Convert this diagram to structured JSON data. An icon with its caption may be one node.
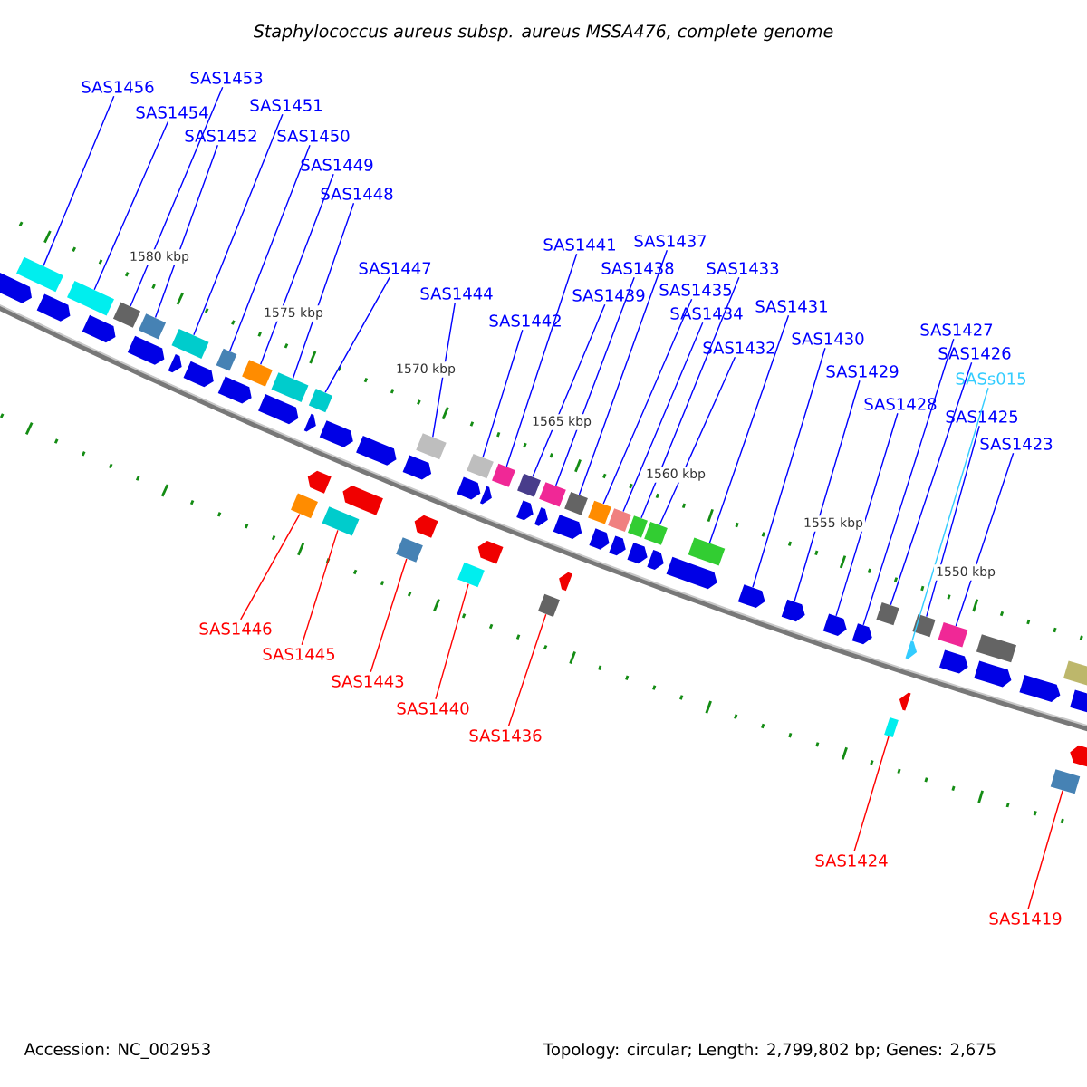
{
  "diagram": {
    "title": "Staphylococcus aureus subsp. aureus MSSA476, complete genome",
    "nodes": [
      {
        "text": [
          "SAS1456"
        ]
      },
      {
        "text": [
          "SAS1453"
        ]
      },
      {
        "text": [
          "SAS1454"
        ]
      },
      {
        "text": [
          "SAS1452"
        ]
      },
      {
        "text": [
          "SAS1451"
        ]
      },
      {
        "text": [
          "SAS1450"
        ]
      },
      {
        "text": [
          "SAS1449"
        ]
      },
      {
        "text": [
          "SAS1448"
        ]
      },
      {
        "text": [
          "SAS1447"
        ]
      },
      {
        "text": [
          "SAS1444"
        ]
      },
      {
        "text": [
          "SAS1442"
        ]
      },
      {
        "text": [
          "SAS1441"
        ]
      },
      {
        "text": [
          "SAS1437"
        ]
      },
      {
        "text": [
          "SAS1438"
        ]
      },
      {
        "text": [
          "SAS1439"
        ]
      },
      {
        "text": [
          "SAS1435"
        ]
      },
      {
        "text": [
          "SAS1433"
        ]
      },
      {
        "text": [
          "SAS1434"
        ]
      },
      {
        "text": [
          "SAS1432"
        ]
      },
      {
        "text": [
          "SAS1431"
        ]
      },
      {
        "text": [
          "SAS1430"
        ]
      },
      {
        "text": [
          "SAS1429"
        ]
      },
      {
        "text": [
          "SAS1428"
        ]
      },
      {
        "text": [
          "SAS1427"
        ]
      },
      {
        "text": [
          "SAS1426"
        ]
      },
      {
        "text": [
          "SASs015"
        ]
      },
      {
        "text": [
          "SAS1425"
        ]
      },
      {
        "text": [
          "SAS1423"
        ]
      },
      {
        "text": [
          "SAS1446"
        ]
      },
      {
        "text": [
          "SAS1445"
        ]
      },
      {
        "text": [
          "SAS1443"
        ]
      },
      {
        "text": [
          "SAS1440"
        ]
      },
      {
        "text": [
          "SAS1436"
        ]
      },
      {
        "text": [
          "SAS1424"
        ]
      },
      {
        "text": [
          "SAS1419"
        ]
      },
      {
        "text": [],
        "shape": "box"
      },
      {
        "text": [],
        "shape": "box"
      },
      {
        "text": [],
        "shape": "box"
      },
      {
        "text": [],
        "shape": "box"
      },
      {
        "text": [],
        "shape": "box"
      },
      {
        "text": [],
        "shape": "box"
      },
      {
        "text": [],
        "shape": "box"
      },
      {
        "text": [],
        "shape": "box"
      },
      {
        "text": [],
        "shape": "box"
      },
      {
        "text": [],
        "shape": "box"
      },
      {
        "text": [],
        "shape": "box"
      },
      {
        "text": [],
        "shape": "box"
      },
      {
        "text": [],
        "shape": "box"
      },
      {
        "text": [],
        "shape": "box"
      },
      {
        "text": [],
        "shape": "box"
      },
      {
        "text": [],
        "shape": "box"
      },
      {
        "text": [],
        "shape": "box"
      },
      {
        "text": [],
        "shape": "box"
      },
      {
        "text": [],
        "shape": "box"
      },
      {
        "text": [],
        "shape": "box"
      },
      {
        "text": [],
        "shape": "box"
      },
      {
        "text": [],
        "shape": "box"
      },
      {
        "text": [],
        "shape": "box"
      },
      {
        "text": [],
        "shape": "box"
      },
      {
        "text": [],
        "shape": "box"
      },
      {
        "text": [],
        "shape": "arrow"
      },
      {
        "text": [],
        "shape": "arrow"
      },
      {
        "text": [],
        "shape": "arrow"
      },
      {
        "text": [],
        "shape": "arrow"
      },
      {
        "text": [],
        "shape": "box"
      },
      {
        "text": [],
        "shape": "box"
      },
      {
        "text": [],
        "shape": "arrow"
      },
      {
        "text": [],
        "shape": "box"
      },
      {
        "text": [],
        "shape": "box"
      },
      {
        "text": [],
        "shape": "box"
      },
      {
        "text": [],
        "shape": "arrow"
      },
      {
        "text": [],
        "shape": "arrow"
      },
      {
        "text": [],
        "shape": "arrow"
      },
      {
        "text": [],
        "shape": "arrow"
      },
      {
        "text": [],
        "shape": "arrow"
      },
      {
        "text": [],
        "shape": "arrow"
      },
      {
        "text": [],
        "shape": "arrow"
      },
      {
        "text": [],
        "shape": "arrow"
      },
      {
        "text": [],
        "shape": "arrow"
      },
      {
        "text": [],
        "shape": "arrow"
      },
      {
        "text": [],
        "shape": "arrow"
      },
      {
        "text": [],
        "shape": "arrow"
      },
      {
        "text": [],
        "shape": "arrow"
      },
      {
        "text": [],
        "shape": "arrow"
      },
      {
        "text": [],
        "shape": "arrow"
      },
      {
        "text": [],
        "shape": "arrow"
      },
      {
        "text": [],
        "shape": "arrow"
      },
      {
        "text": [],
        "shape": "arrow"
      },
      {
        "text": [],
        "shape": "arrow"
      },
      {
        "text": [],
        "shape": "arrow"
      },
      {
        "text": [],
        "shape": "arrow"
      },
      {
        "text": [],
        "shape": "arrow"
      },
      {
        "text": [],
        "shape": "arrow"
      },
      {
        "text": [],
        "shape": "arrow"
      },
      {
        "text": [],
        "shape": "arrow"
      },
      {
        "text": [],
        "shape": "arrow"
      },
      {
        "text": [],
        "shape": "box"
      },
      {
        "text": [],
        "shape": "box"
      },
      {
        "text": [],
        "shape": "arrow"
      },
      {
        "text": [],
        "shape": "arrow"
      },
      {
        "text": [],
        "shape": "arrow"
      },
      {
        "text": [],
        "shape": "arrow"
      },
      {
        "text": [],
        "shape": "arrow"
      },
      {
        "text": [],
        "shape": "arrow"
      },
      {
        "text": [],
        "shape": "arrow"
      }
    ],
    "edges": [
      {
        "from": 0,
        "to": 35,
        "arrow": "none"
      },
      {
        "from": 1,
        "to": 37,
        "arrow": "none"
      },
      {
        "from": 2,
        "to": 36,
        "arrow": "none"
      },
      {
        "from": 3,
        "to": 38,
        "arrow": "none"
      },
      {
        "from": 4,
        "to": 39,
        "arrow": "none"
      },
      {
        "from": 5,
        "to": 40,
        "arrow": "none"
      },
      {
        "from": 6,
        "to": 41,
        "arrow": "none"
      },
      {
        "from": 7,
        "to": 42,
        "arrow": "none"
      },
      {
        "from": 8,
        "to": 44,
        "arrow": "none"
      },
      {
        "from": 9,
        "to": 47,
        "arrow": "none"
      },
      {
        "from": 10,
        "to": 49,
        "arrow": "none"
      },
      {
        "from": 11,
        "to": 50,
        "arrow": "none"
      },
      {
        "from": 12,
        "to": 54,
        "arrow": "none"
      },
      {
        "from": 13,
        "to": 53,
        "arrow": "none"
      },
      {
        "from": 14,
        "to": 51,
        "arrow": "none"
      },
      {
        "from": 15,
        "to": 55,
        "arrow": "none"
      },
      {
        "from": 16,
        "to": 57,
        "arrow": "none"
      },
      {
        "from": 17,
        "to": 56,
        "arrow": "none"
      },
      {
        "from": 18,
        "to": 58,
        "arrow": "none"
      },
      {
        "from": 19,
        "to": 59,
        "arrow": "none"
      },
      {
        "from": 20,
        "to": 60,
        "arrow": "none"
      },
      {
        "from": 21,
        "to": 61,
        "arrow": "none"
      },
      {
        "from": 22,
        "to": 62,
        "arrow": "none"
      },
      {
        "from": 23,
        "to": 63,
        "arrow": "none"
      },
      {
        "from": 24,
        "to": 64,
        "arrow": "none"
      },
      {
        "from": 25,
        "to": 66,
        "arrow": "none",
        "color": "#33ccff"
      },
      {
        "from": 26,
        "to": 67,
        "arrow": "none"
      },
      {
        "from": 27,
        "to": 68,
        "arrow": "none"
      },
      {
        "from": 28,
        "to": 43,
        "arrow": "none",
        "color": "#ff0000"
      },
      {
        "from": 29,
        "to": 45,
        "arrow": "none",
        "color": "#ff0000"
      },
      {
        "from": 30,
        "to": 46,
        "arrow": "none",
        "color": "#ff0000"
      },
      {
        "from": 31,
        "to": 48,
        "arrow": "none",
        "color": "#ff0000"
      },
      {
        "from": 32,
        "to": 52,
        "arrow": "none",
        "color": "#ff0000"
      },
      {
        "from": 33,
        "to": 65,
        "arrow": "none",
        "color": "#ff0000"
      },
      {
        "from": 34,
        "to": 69,
        "arrow": "none",
        "color": "#ff0000"
      }
    ],
    "labels": [
      "1580 kbp",
      "1575 kbp",
      "1570 kbp",
      "1565 kbp",
      "1560 kbp",
      "1555 kbp",
      "1550 kbp",
      "Accession: NC_002953",
      "Topology: circular; Length: 2,799,802 bp; Genes: 2,675"
    ]
  }
}
